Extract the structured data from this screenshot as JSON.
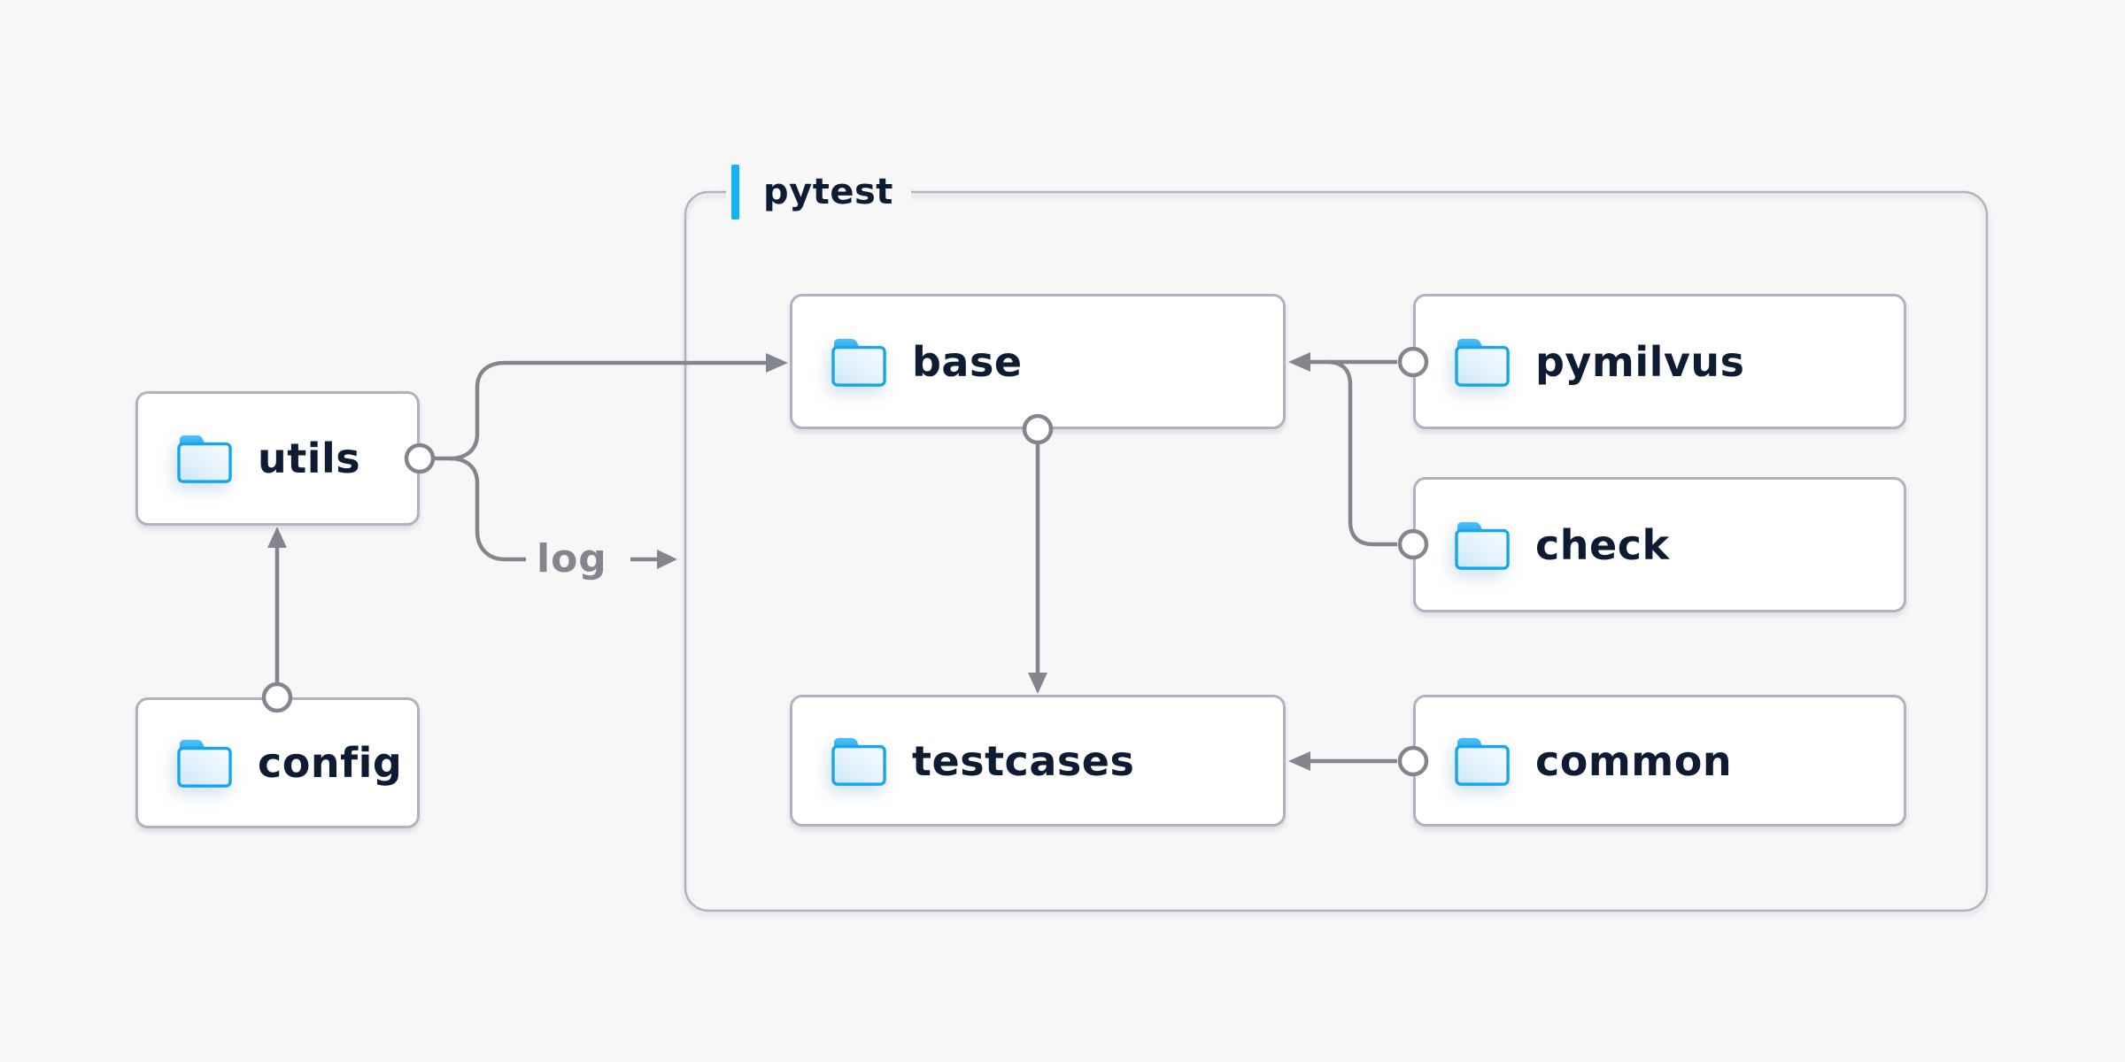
{
  "diagram": {
    "container": {
      "label": "pytest"
    },
    "nodes": [
      {
        "id": "utils",
        "label": "utils",
        "icon": "folder-icon"
      },
      {
        "id": "config",
        "label": "config",
        "icon": "folder-icon"
      },
      {
        "id": "base",
        "label": "base",
        "icon": "folder-icon"
      },
      {
        "id": "pymilvus",
        "label": "pymilvus",
        "icon": "folder-icon"
      },
      {
        "id": "check",
        "label": "check",
        "icon": "folder-icon"
      },
      {
        "id": "testcases",
        "label": "testcases",
        "icon": "folder-icon"
      },
      {
        "id": "common",
        "label": "common",
        "icon": "folder-icon"
      }
    ],
    "log_edge_label": "log",
    "edges": [
      {
        "from": "config",
        "to": "utils",
        "style": "arrow"
      },
      {
        "from": "utils",
        "to": "base",
        "style": "arrow"
      },
      {
        "from": "utils",
        "to": "pytest-container",
        "style": "arrow",
        "label": "log"
      },
      {
        "from": "base",
        "to": "testcases",
        "style": "arrow"
      },
      {
        "from": "pymilvus",
        "to": "base",
        "style": "arrow"
      },
      {
        "from": "check",
        "to": "base",
        "style": "arrow"
      },
      {
        "from": "common",
        "to": "testcases",
        "style": "arrow"
      }
    ],
    "colors": {
      "background": "#f7f7f8",
      "accent_blue": "#17b2f3",
      "line_gray": "#84868f",
      "box_border": "#b0b2bf",
      "container_border": "#b2b3c1",
      "text_navy": "#0d1b33",
      "folder_blue": "#18a5ee",
      "box_fill": "#ffffff"
    }
  }
}
